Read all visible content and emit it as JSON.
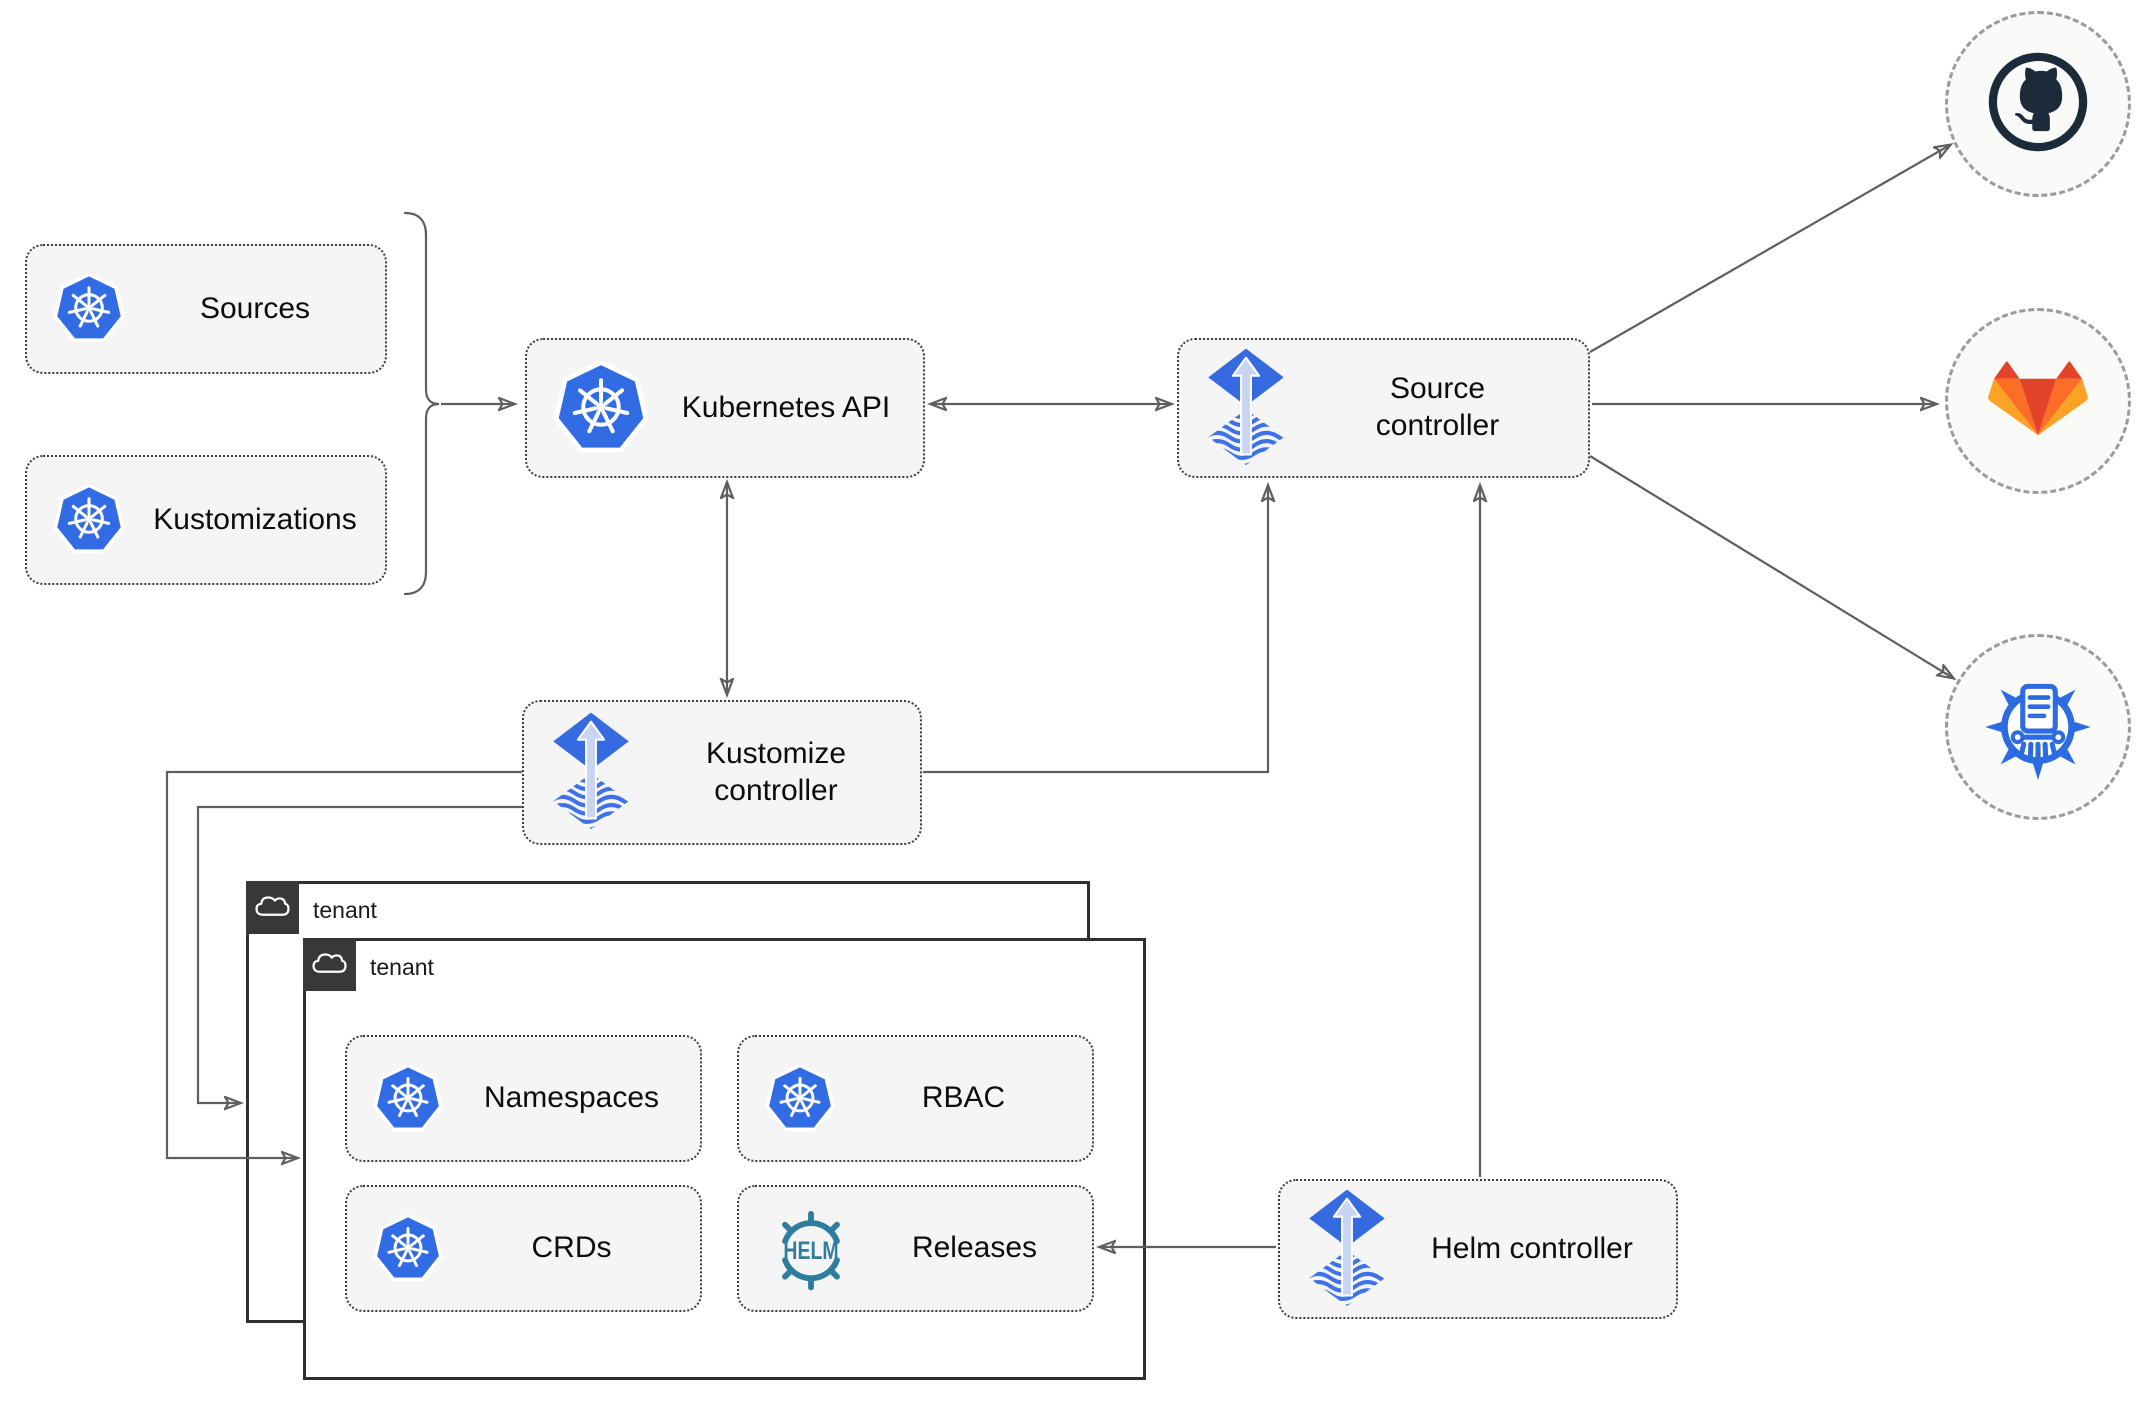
{
  "nodes": {
    "sources": {
      "label": "Sources",
      "icon": "kubernetes-icon"
    },
    "kustomizations": {
      "label": "Kustomizations",
      "icon": "kubernetes-icon"
    },
    "kubernetes_api": {
      "label": "Kubernetes API",
      "icon": "kubernetes-icon"
    },
    "source_controller": {
      "label": "Source controller",
      "icon": "flux-icon"
    },
    "kustomize_controller": {
      "label": "Kustomize controller",
      "icon": "flux-icon"
    },
    "helm_controller": {
      "label": "Helm controller",
      "icon": "flux-icon"
    },
    "namespaces": {
      "label": "Namespaces",
      "icon": "kubernetes-icon"
    },
    "rbac": {
      "label": "RBAC",
      "icon": "kubernetes-icon"
    },
    "crds": {
      "label": "CRDs",
      "icon": "kubernetes-icon"
    },
    "releases": {
      "label": "Releases",
      "icon": "helm-icon"
    }
  },
  "groups": {
    "tenant_back": {
      "label": "tenant",
      "icon": "cloud-icon"
    },
    "tenant_front": {
      "label": "tenant",
      "icon": "cloud-icon"
    }
  },
  "endpoints": {
    "github": {
      "icon": "github-icon"
    },
    "gitlab": {
      "icon": "gitlab-icon"
    },
    "bucket": {
      "icon": "manifest-storage-icon"
    }
  },
  "edges": [
    {
      "name": "brace-to-kubernetes-api",
      "from": "sources+kustomizations",
      "to": "kubernetes_api",
      "style": "arrow"
    },
    {
      "name": "kubernetes-api-source-controller",
      "from": "kubernetes_api",
      "to": "source_controller",
      "style": "double-arrow"
    },
    {
      "name": "kubernetes-api-kustomize-controller",
      "from": "kubernetes_api",
      "to": "kustomize_controller",
      "style": "double-arrow"
    },
    {
      "name": "kustomize-controller-to-source-controller",
      "from": "kustomize_controller",
      "to": "source_controller",
      "style": "arrow"
    },
    {
      "name": "helm-controller-to-source-controller",
      "from": "helm_controller",
      "to": "source_controller",
      "style": "arrow"
    },
    {
      "name": "helm-controller-to-releases",
      "from": "helm_controller",
      "to": "releases",
      "style": "arrow"
    },
    {
      "name": "source-controller-to-github",
      "from": "source_controller",
      "to": "github",
      "style": "arrow"
    },
    {
      "name": "source-controller-to-gitlab",
      "from": "source_controller",
      "to": "gitlab",
      "style": "arrow"
    },
    {
      "name": "source-controller-to-storage",
      "from": "source_controller",
      "to": "bucket",
      "style": "arrow"
    },
    {
      "name": "kustomize-controller-to-tenant-front",
      "from": "kustomize_controller",
      "to": "tenant_front",
      "style": "arrow"
    },
    {
      "name": "kustomize-controller-to-tenant-back",
      "from": "kustomize_controller",
      "to": "tenant_back",
      "style": "arrow"
    }
  ],
  "colors": {
    "kubernetes_blue": "#326ce5",
    "flux_blue": "#356ae0",
    "flux_light_arrow": "#c7d4f2",
    "helm_teal": "#2f7d9e",
    "github_dark": "#1b2b3a",
    "gitlab_red": "#e24329",
    "gitlab_orange": "#fc6d26",
    "gitlab_amber": "#fca326",
    "storage_blue": "#2d6be0",
    "node_fill": "#f5f5f5",
    "edge_gray": "#5f5f5f"
  }
}
